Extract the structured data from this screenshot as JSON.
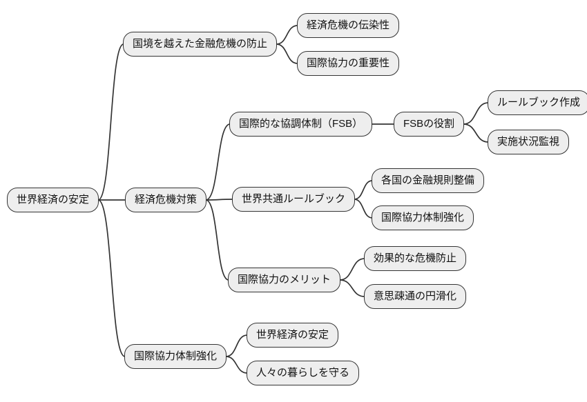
{
  "diagram": {
    "type": "mindmap",
    "direction": "left-to-right",
    "background": "#ffffff",
    "node_fill": "#eeeeee",
    "node_border": "#333333",
    "line_color": "#333333",
    "tree": {
      "label": "世界経済の安定",
      "children": [
        {
          "label": "国境を越えた金融危機の防止",
          "children": [
            {
              "label": "経済危機の伝染性",
              "children": []
            },
            {
              "label": "国際協力の重要性",
              "children": []
            }
          ]
        },
        {
          "label": "経済危機対策",
          "children": [
            {
              "label": "国際的な協調体制（FSB）",
              "children": [
                {
                  "label": "FSBの役割",
                  "children": [
                    {
                      "label": "ルールブック作成",
                      "children": []
                    },
                    {
                      "label": "実施状況監視",
                      "children": []
                    }
                  ]
                }
              ]
            },
            {
              "label": "世界共通ルールブック",
              "children": [
                {
                  "label": "各国の金融規則整備",
                  "children": []
                },
                {
                  "label": "国際協力体制強化",
                  "children": []
                }
              ]
            },
            {
              "label": "国際協力のメリット",
              "children": [
                {
                  "label": "効果的な危機防止",
                  "children": []
                },
                {
                  "label": "意思疎通の円滑化",
                  "children": []
                }
              ]
            }
          ]
        },
        {
          "label": "国際協力体制強化",
          "children": [
            {
              "label": "世界経済の安定",
              "children": []
            },
            {
              "label": "人々の暮らしを守る",
              "children": []
            }
          ]
        }
      ]
    }
  }
}
